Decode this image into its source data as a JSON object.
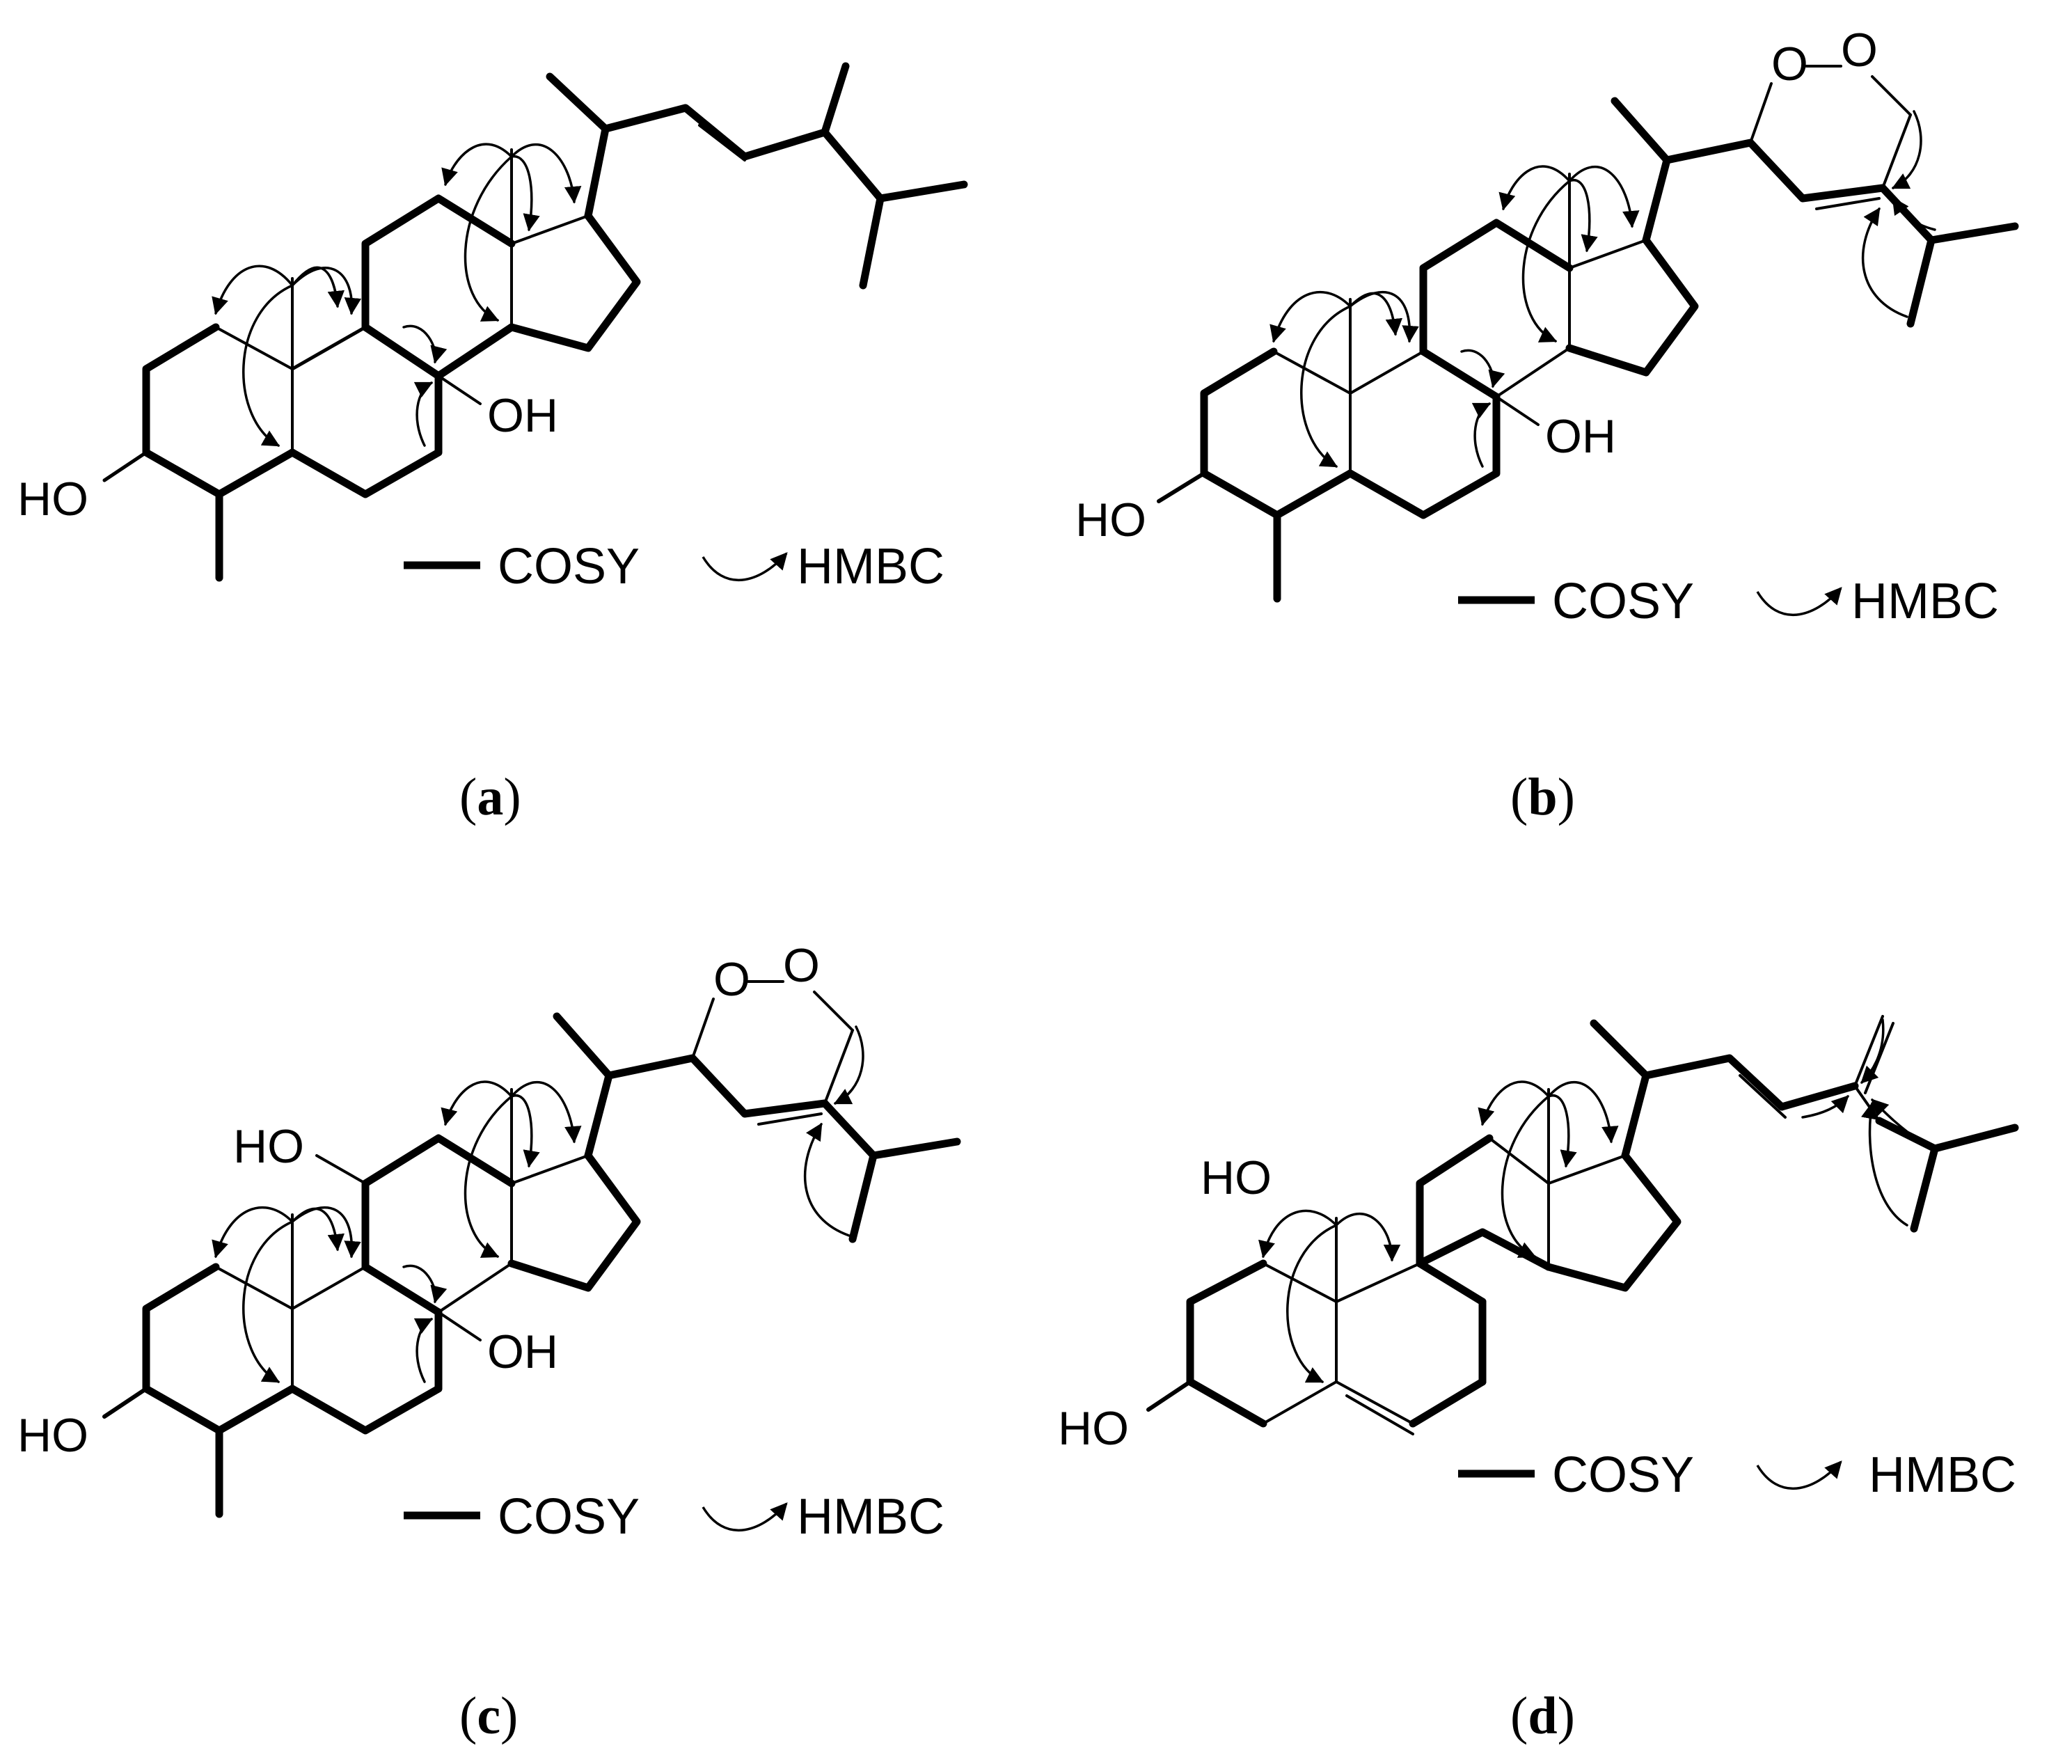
{
  "panels": [
    {
      "id": "a",
      "caption_letter": "a",
      "atom_labels": [
        "HO",
        "OH"
      ],
      "legend": {
        "cosy_label": "COSY",
        "hmbc_label": "HMBC"
      }
    },
    {
      "id": "b",
      "caption_letter": "b",
      "atom_labels": [
        "HO",
        "OH",
        "O",
        "O"
      ],
      "legend": {
        "cosy_label": "COSY",
        "hmbc_label": "HMBC"
      }
    },
    {
      "id": "c",
      "caption_letter": "c",
      "atom_labels": [
        "HO",
        "HO",
        "OH",
        "O",
        "O"
      ],
      "legend": {
        "cosy_label": "COSY",
        "hmbc_label": "HMBC"
      }
    },
    {
      "id": "d",
      "caption_letter": "d",
      "atom_labels": [
        "HO",
        "HO"
      ],
      "legend": {
        "cosy_label": "COSY",
        "hmbc_label": "HMBC"
      }
    }
  ],
  "caption_open": "(",
  "caption_close": ")",
  "colors": {
    "ink": "#000000",
    "background": "#ffffff"
  }
}
